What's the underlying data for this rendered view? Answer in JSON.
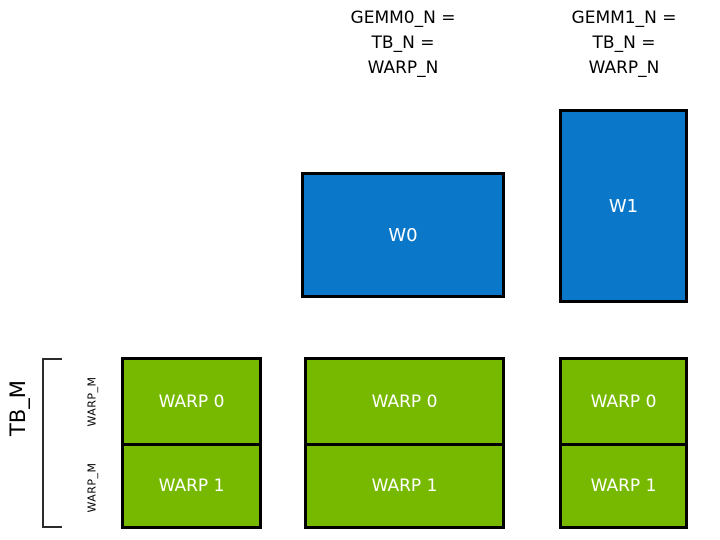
{
  "diagram": {
    "title_headers": [
      {
        "id": "gemm0",
        "text": "GEMM0_N =\nTB_N =\nWARP_N"
      },
      {
        "id": "gemm1",
        "text": "GEMM1_N =\nTB_N =\nWARP_N"
      }
    ],
    "warp_tiles": [
      {
        "id": "w0",
        "label": "W0",
        "color": "#0B77C8"
      },
      {
        "id": "w1",
        "label": "W1",
        "color": "#0B77C8"
      }
    ],
    "warp_grids": [
      {
        "id": "grid0",
        "cells": [
          {
            "label": "WARP 0"
          },
          {
            "label": "WARP 1"
          }
        ]
      },
      {
        "id": "grid1",
        "cells": [
          {
            "label": "WARP 0"
          },
          {
            "label": "WARP 1"
          }
        ]
      },
      {
        "id": "grid2",
        "cells": [
          {
            "label": "WARP 0"
          },
          {
            "label": "WARP 1"
          }
        ]
      }
    ],
    "annotations": {
      "tb_m": "TB_M",
      "warp_m_top": "WARP_M",
      "warp_m_bottom": "WARP_M"
    },
    "colors": {
      "green": "#76B900",
      "blue": "#0B77C8",
      "outline": "#000000",
      "text_on_fill": "#FFFFFF",
      "background": "#FFFFFF"
    }
  }
}
